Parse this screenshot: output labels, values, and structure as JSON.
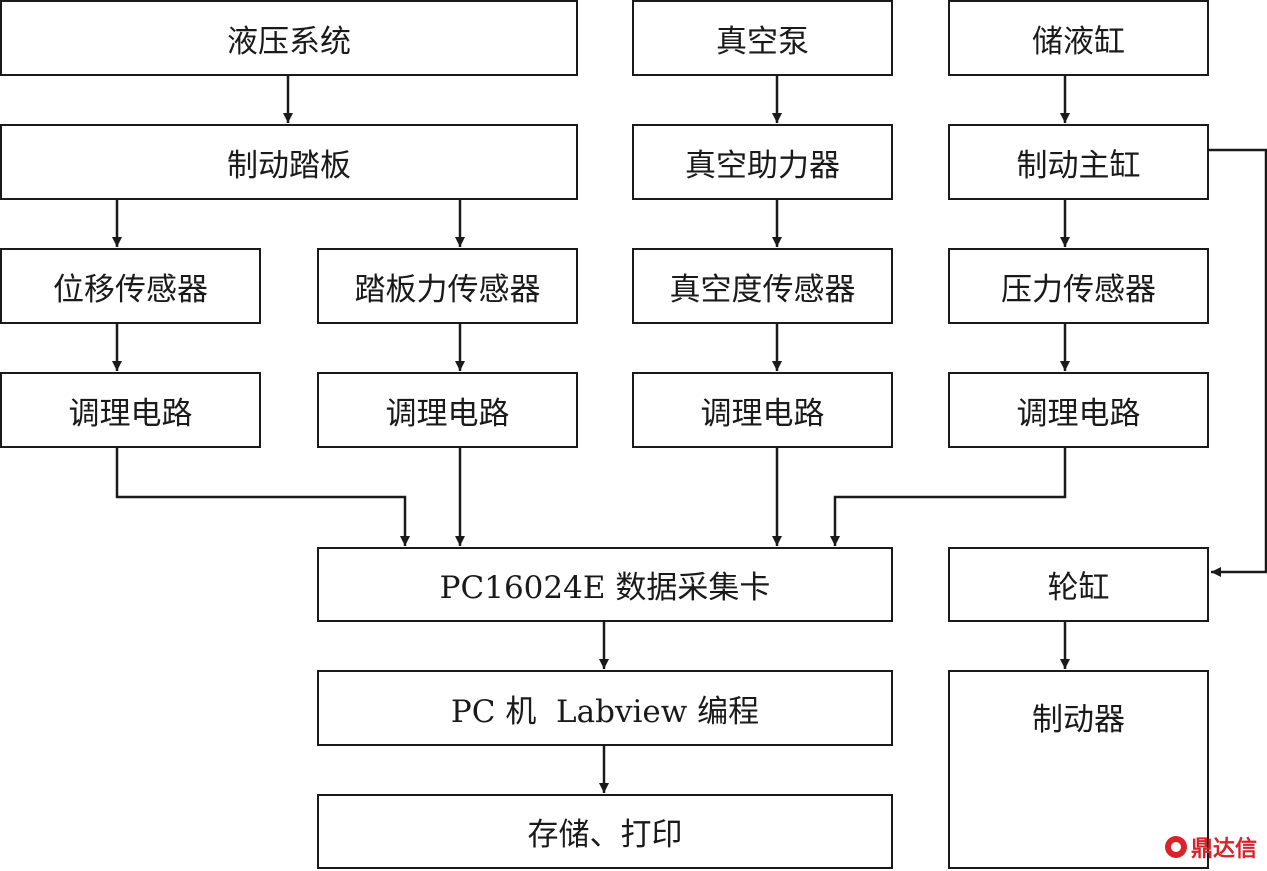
{
  "nodes": {
    "hydraulic_system": "液压系统",
    "vacuum_pump": "真空泵",
    "reservoir": "储液缸",
    "brake_pedal": "制动踏板",
    "vacuum_booster": "真空助力器",
    "master_cylinder": "制动主缸",
    "displacement_sensor": "位移传感器",
    "pedal_force_sensor": "踏板力传感器",
    "vacuum_sensor": "真空度传感器",
    "pressure_sensor": "压力传感器",
    "conditioning_1": "调理电路",
    "conditioning_2": "调理电路",
    "conditioning_3": "调理电路",
    "conditioning_4": "调理电路",
    "daq_card": "PC16024E 数据采集卡",
    "wheel_cylinder": "轮缸",
    "pc_labview": "PC 机  Labview 编程",
    "brake": "制动器",
    "storage_print": "存储、打印"
  },
  "watermark": {
    "text": "鼎达信",
    "icon": "logo-icon"
  },
  "colors": {
    "line": "#1a1a1a",
    "watermark": "#d9232a"
  }
}
